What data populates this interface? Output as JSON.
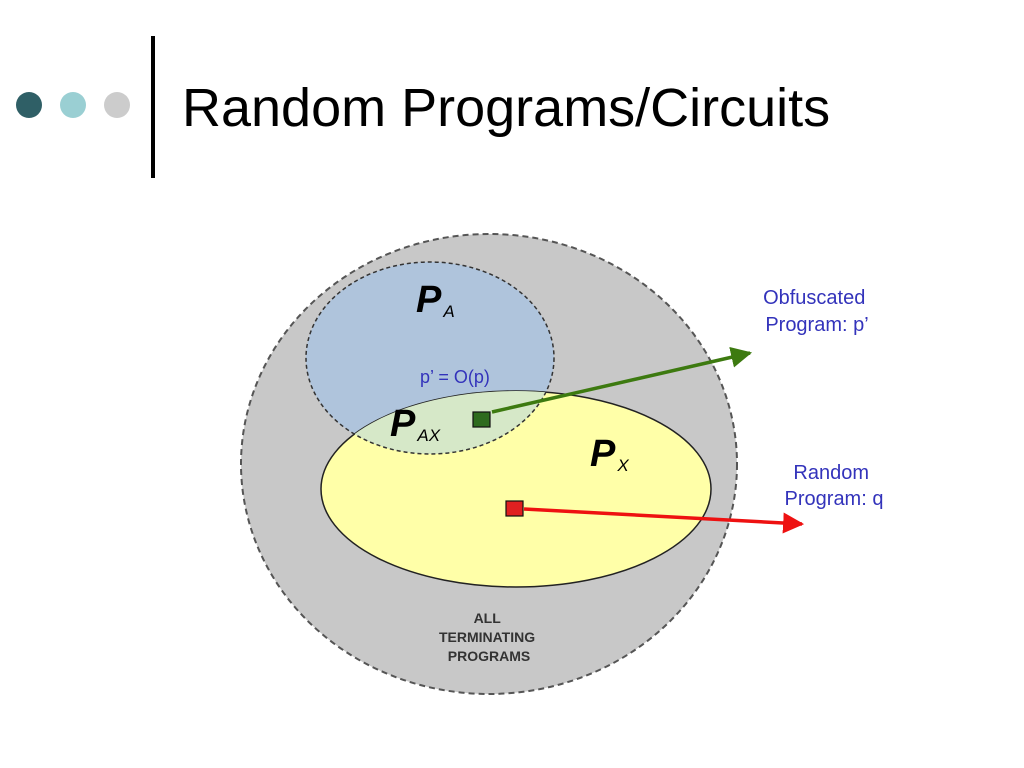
{
  "slide": {
    "title": "Random Programs/Circuits",
    "bullet_dots": [
      {
        "name": "dot-dark",
        "color": "#2F5F66"
      },
      {
        "name": "dot-mid",
        "color": "#9ACFD3"
      },
      {
        "name": "dot-light",
        "color": "#CCCCCC"
      }
    ]
  },
  "diagram": {
    "outer_set": {
      "label_lines": [
        "ALL",
        "TERMINATING",
        "PROGRAMS"
      ],
      "fill": "#C8C8C8"
    },
    "set_a": {
      "label_main": "P",
      "label_sub": "A",
      "fill": "#AFC4DC"
    },
    "set_x": {
      "label_main": "P",
      "label_sub": "X",
      "fill": "#FFFFA8"
    },
    "intersection": {
      "label_main": "P",
      "label_sub": "AX",
      "fill": "#D6E8C8",
      "formula": "p’ = O(p)"
    },
    "obfuscated": {
      "label_lines": [
        "Obfuscated",
        "Program: p’"
      ],
      "marker_color": "#2E6B1E",
      "arrow_color": "#3D7A10"
    },
    "random": {
      "label_lines": [
        "Random",
        "Program: q"
      ],
      "marker_color": "#E02020",
      "arrow_color": "#EE1111"
    },
    "annotation_text_color": "#3333BB"
  }
}
